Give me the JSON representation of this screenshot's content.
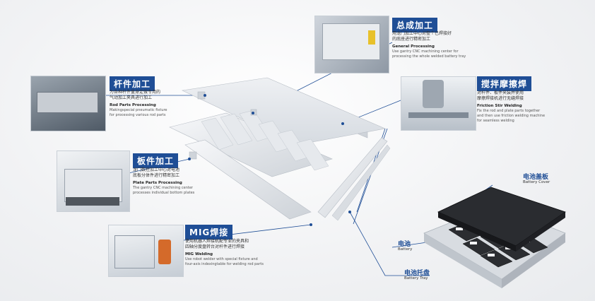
{
  "accent_color": "#1f4e96",
  "sections": {
    "general": {
      "title_cn": "总成加工",
      "desc_cn_1": "用龙门加工中心对整个已焊接好",
      "desc_cn_2": "的底座进行精密加工",
      "title_en": "General Processing",
      "desc_en_1": "Use gantry CNC machining center for",
      "desc_en_2": "processing the whole welded battery tray"
    },
    "rod": {
      "title_cn": "杆件加工",
      "desc_cn_1": "为各种杆件量身定做专用的",
      "desc_cn_2": "气动加工夹具进行加工",
      "title_en": "Rod Parts Processing",
      "desc_en_1": "Makingspecial pneumatic fixture",
      "desc_en_2": "for processing various rod parts"
    },
    "fsw": {
      "title_cn": "搅拌摩擦焊",
      "desc_cn_1": "对杆件、板件夹装并使用",
      "desc_cn_2": "摩擦焊接机进行无缝焊接",
      "title_en": "Friction Stir Welding",
      "desc_en_1": "Fix the rod and plate parts together",
      "desc_en_2": "and then use friction welding machine",
      "desc_en_3": "for seamless welding"
    },
    "plate": {
      "title_cn": "板件加工",
      "desc_cn_1": "龙门数控加工中心对电池",
      "desc_cn_2": "底板分体件进行精密加工",
      "title_en": "Plate Parts Processing",
      "desc_en_1": "The gantry CNC machining center",
      "desc_en_2": "processes individual bottom plates"
    },
    "mig": {
      "title_cn": "MIG焊接",
      "desc_cn_1": "使用机器人焊接机配专业的夹具和",
      "desc_cn_2": "四轴分度盘转台对杆件进行焊接",
      "title_en": "MIG Welding",
      "desc_en_1": "Use robot welder with special fixture and",
      "desc_en_2": "four-axis indexingtable for welding rod parts"
    }
  },
  "callouts": {
    "cover": {
      "cn": "电池盖板",
      "en": "Battery Cover"
    },
    "battery": {
      "cn": "电池",
      "en": "Battery"
    },
    "tray": {
      "cn": "电池托盘",
      "en": "Battery Tray"
    }
  }
}
